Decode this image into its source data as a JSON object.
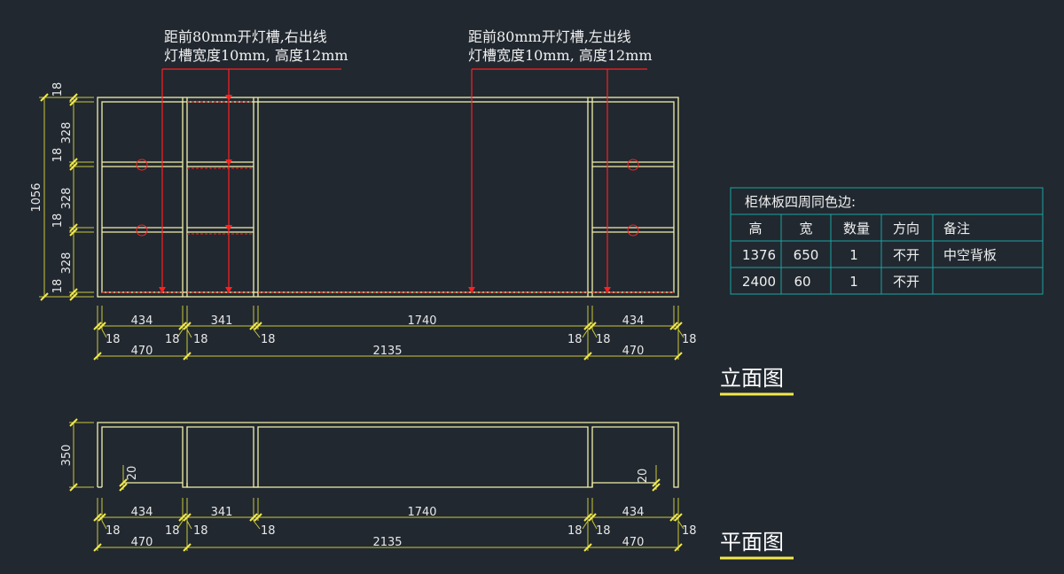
{
  "annotations": {
    "left_note_line1": "距前80mm开灯槽,右出线",
    "left_note_line2": "灯槽宽度10mm, 高度12mm",
    "right_note_line1": "距前80mm开灯槽,左出线",
    "right_note_line2": "灯槽宽度10mm, 高度12mm"
  },
  "titles": {
    "elevation": "立面图",
    "plan": "平面图"
  },
  "elevation": {
    "height_total": "1056",
    "vertical_dims": [
      "18",
      "328",
      "18",
      "328",
      "18",
      "328",
      "18"
    ],
    "row1": [
      "434",
      "341",
      "1740",
      "434"
    ],
    "row2": [
      "18",
      "18",
      "18",
      "18",
      "18",
      "18",
      "18"
    ],
    "row3": [
      "470",
      "2135",
      "470"
    ]
  },
  "plan": {
    "depth": "350",
    "inner_left": "20",
    "inner_right": "20",
    "row1": [
      "434",
      "341",
      "1740",
      "434"
    ],
    "row2": [
      "18",
      "18",
      "18",
      "18",
      "18",
      "18",
      "18"
    ],
    "row3": [
      "470",
      "2135",
      "470"
    ]
  },
  "table": {
    "title": "柜体板四周同色边:",
    "headers": [
      "高",
      "宽",
      "数量",
      "方向",
      "备注"
    ],
    "rows": [
      [
        "1376",
        "650",
        "1",
        "不开",
        "中空背板"
      ],
      [
        "2400",
        "60",
        "1",
        "不开",
        ""
      ]
    ]
  },
  "colors": {
    "background": "#212830",
    "cabinet": "#f2f0a8",
    "dimension": "#c9c93a",
    "annotation": "#ff2020",
    "table": "#1aa5a0"
  }
}
